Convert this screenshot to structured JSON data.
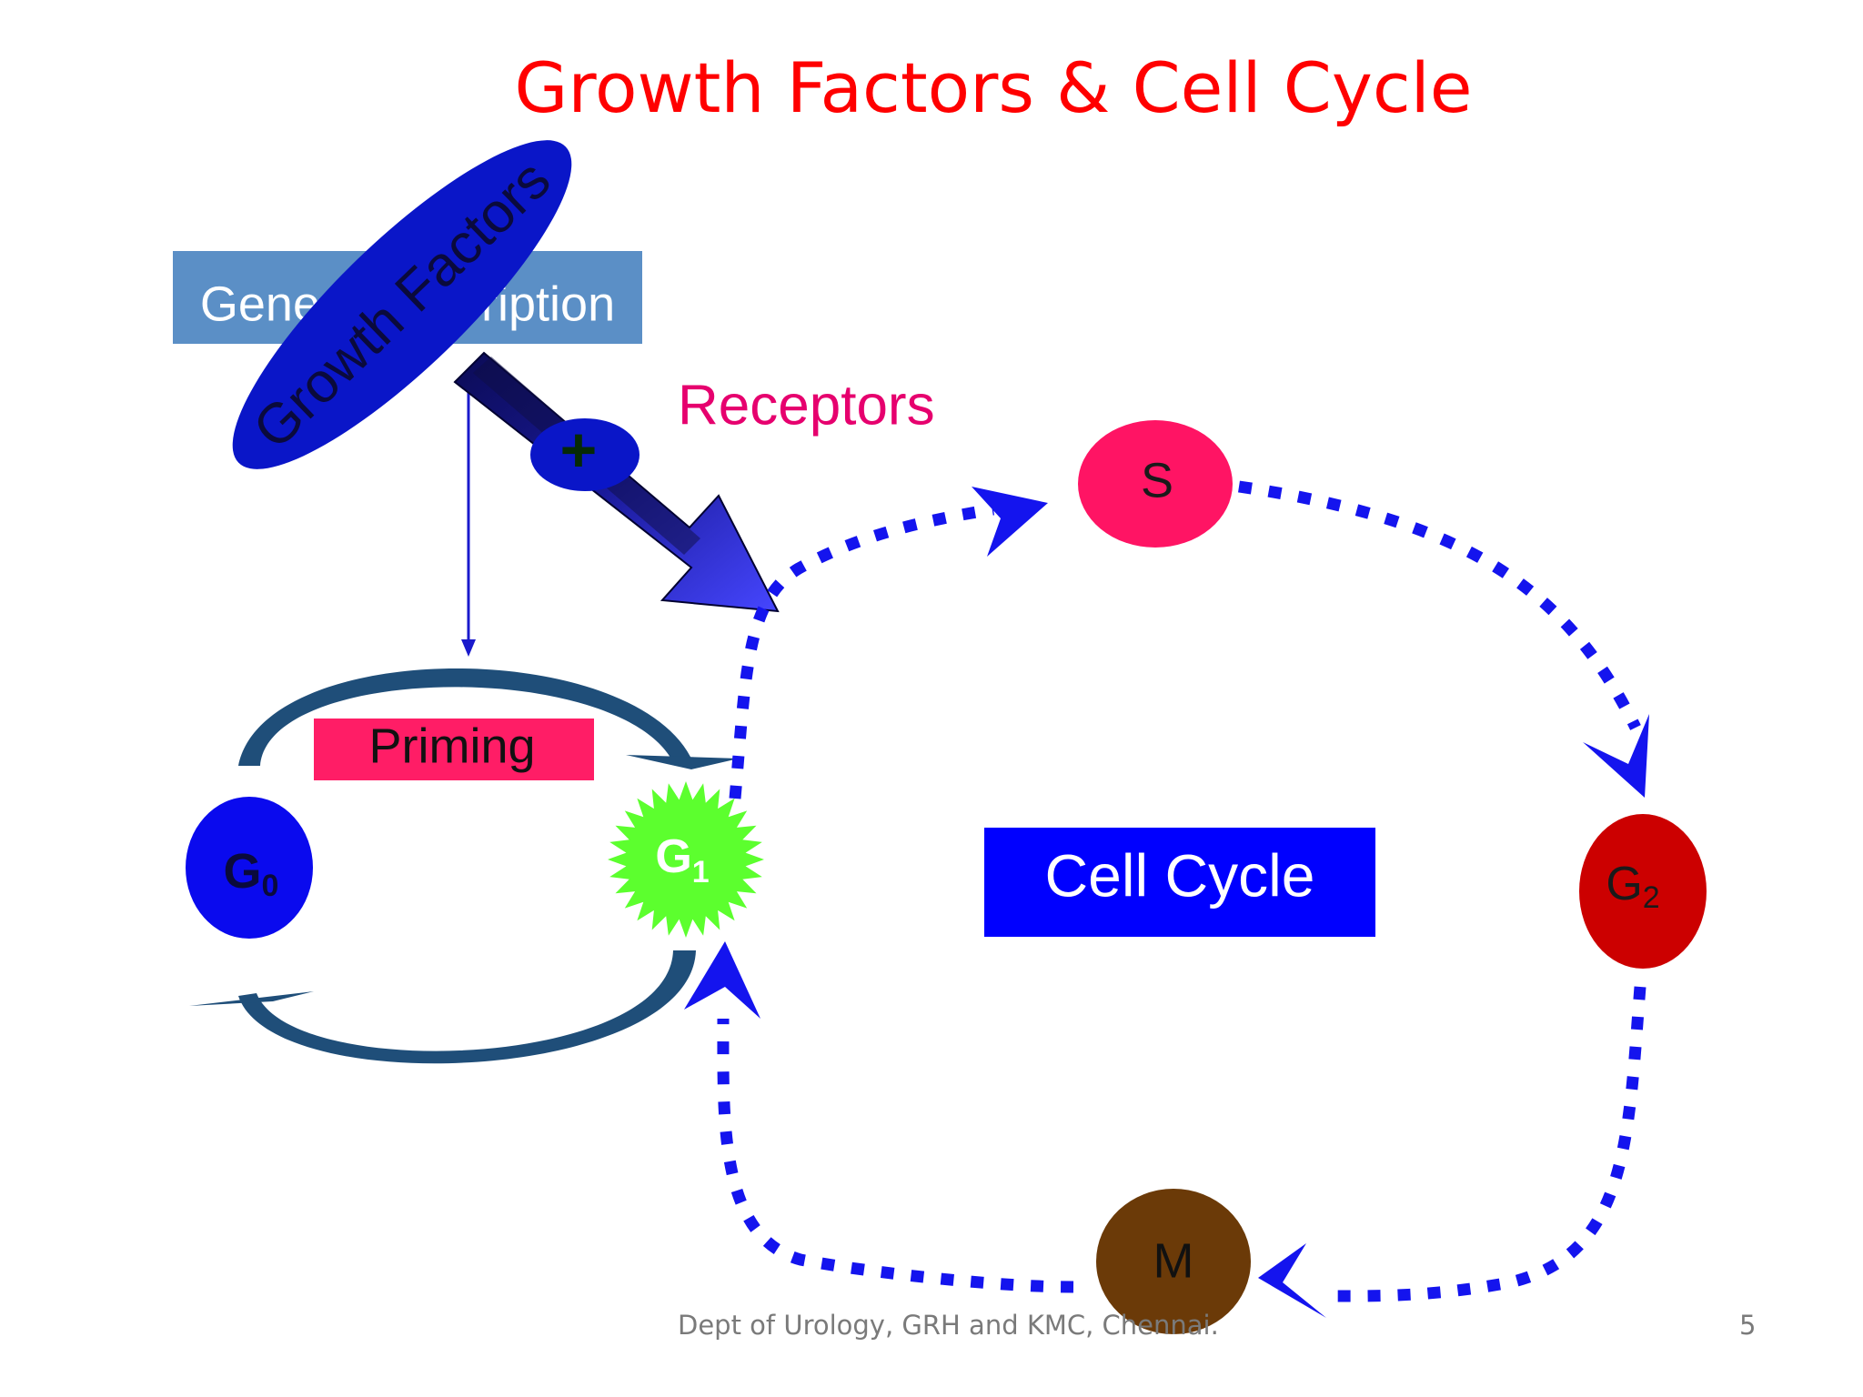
{
  "slide": {
    "title": "Growth Factors & Cell Cycle",
    "footer": "Dept of Urology, GRH and KMC, Chennai.",
    "page_number": "5"
  },
  "diagram": {
    "gene_box_label": "Gene Transcription",
    "growth_factors_label": "Growth Factors",
    "plus_symbol": "+",
    "receptors_label": "Receptors",
    "priming_label": "Priming",
    "cell_cycle_label": "Cell Cycle",
    "phases": {
      "g0": {
        "letter": "G",
        "sub": "0"
      },
      "g1": {
        "letter": "G",
        "sub": "1"
      },
      "s": {
        "letter": "S"
      },
      "g2": {
        "letter": "G",
        "sub": "2"
      },
      "m": {
        "letter": "M"
      }
    }
  },
  "colors": {
    "title": "#ff0000",
    "gene_box": "#5b8fc6",
    "growth_factors": "#0a16c8",
    "receptors": "#e6006e",
    "priming_box": "#ff1d66",
    "cell_cycle_box": "#0000ff",
    "g0": "#0a0aee",
    "g1": "#5cff2e",
    "s": "#ff1464",
    "g2": "#cc0000",
    "m": "#6b3a08",
    "dotted_arrow": "#1414ee",
    "curved_arrow": "#1f4e79"
  }
}
